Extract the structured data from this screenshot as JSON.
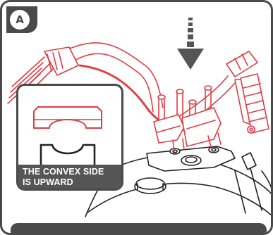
{
  "step": {
    "label": "A"
  },
  "inset": {
    "callout_line1": "THE CONVEX SIDE",
    "callout_line2": "IS UPWARD"
  },
  "colors": {
    "accent": "#e23b43",
    "frame": "#4a4a4a",
    "line": "#222222"
  },
  "icons": {
    "arrow": "down-arrow-icon"
  }
}
